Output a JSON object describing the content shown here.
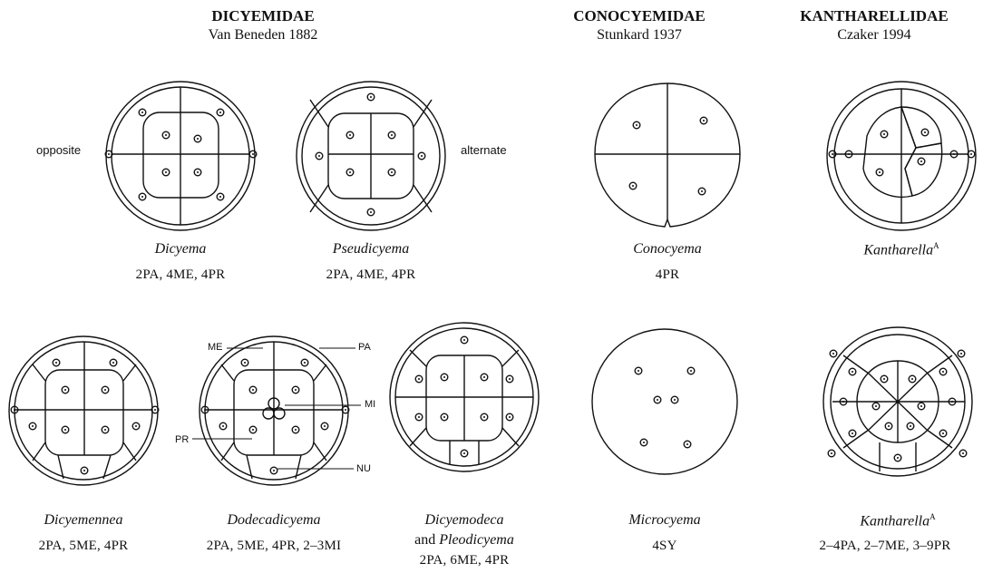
{
  "families": [
    {
      "name": "DICYEMIDAE",
      "authority": "Van Beneden 1882"
    },
    {
      "name": "CONOCYEMIDAE",
      "authority": "Stunkard 1937"
    },
    {
      "name": "KANTHARELLIDAE",
      "authority": "Czaker 1994"
    }
  ],
  "side_labels": {
    "left": "opposite",
    "right": "alternate"
  },
  "cell_labels": {
    "ME": "ME",
    "PA": "PA",
    "MI": "MI",
    "PR": "PR",
    "NU": "NU"
  },
  "taxa": [
    {
      "genus": "Dicyema",
      "formula": "2PA, 4ME, 4PR"
    },
    {
      "genus": "Pseudicyema",
      "formula": "2PA, 4ME, 4PR"
    },
    {
      "genus": "Conocyema",
      "formula": "4PR"
    },
    {
      "genus": "Kantharella",
      "sup": "A",
      "formula": ""
    },
    {
      "genus": "Dicyemennea",
      "formula": "2PA, 5ME, 4PR"
    },
    {
      "genus": "Dodecadicyema",
      "formula": "2PA, 5ME, 4PR, 2–3MI"
    },
    {
      "genus": "Dicyemodeca",
      "and": "and",
      "genus2": "Pleodicyema",
      "formula": "2PA, 6ME, 4PR"
    },
    {
      "genus": "Microcyema",
      "formula": "4SY"
    },
    {
      "genus": "Kantharella",
      "sup": "A",
      "formula": "2–4PA, 2–7ME, 3–9PR"
    }
  ]
}
